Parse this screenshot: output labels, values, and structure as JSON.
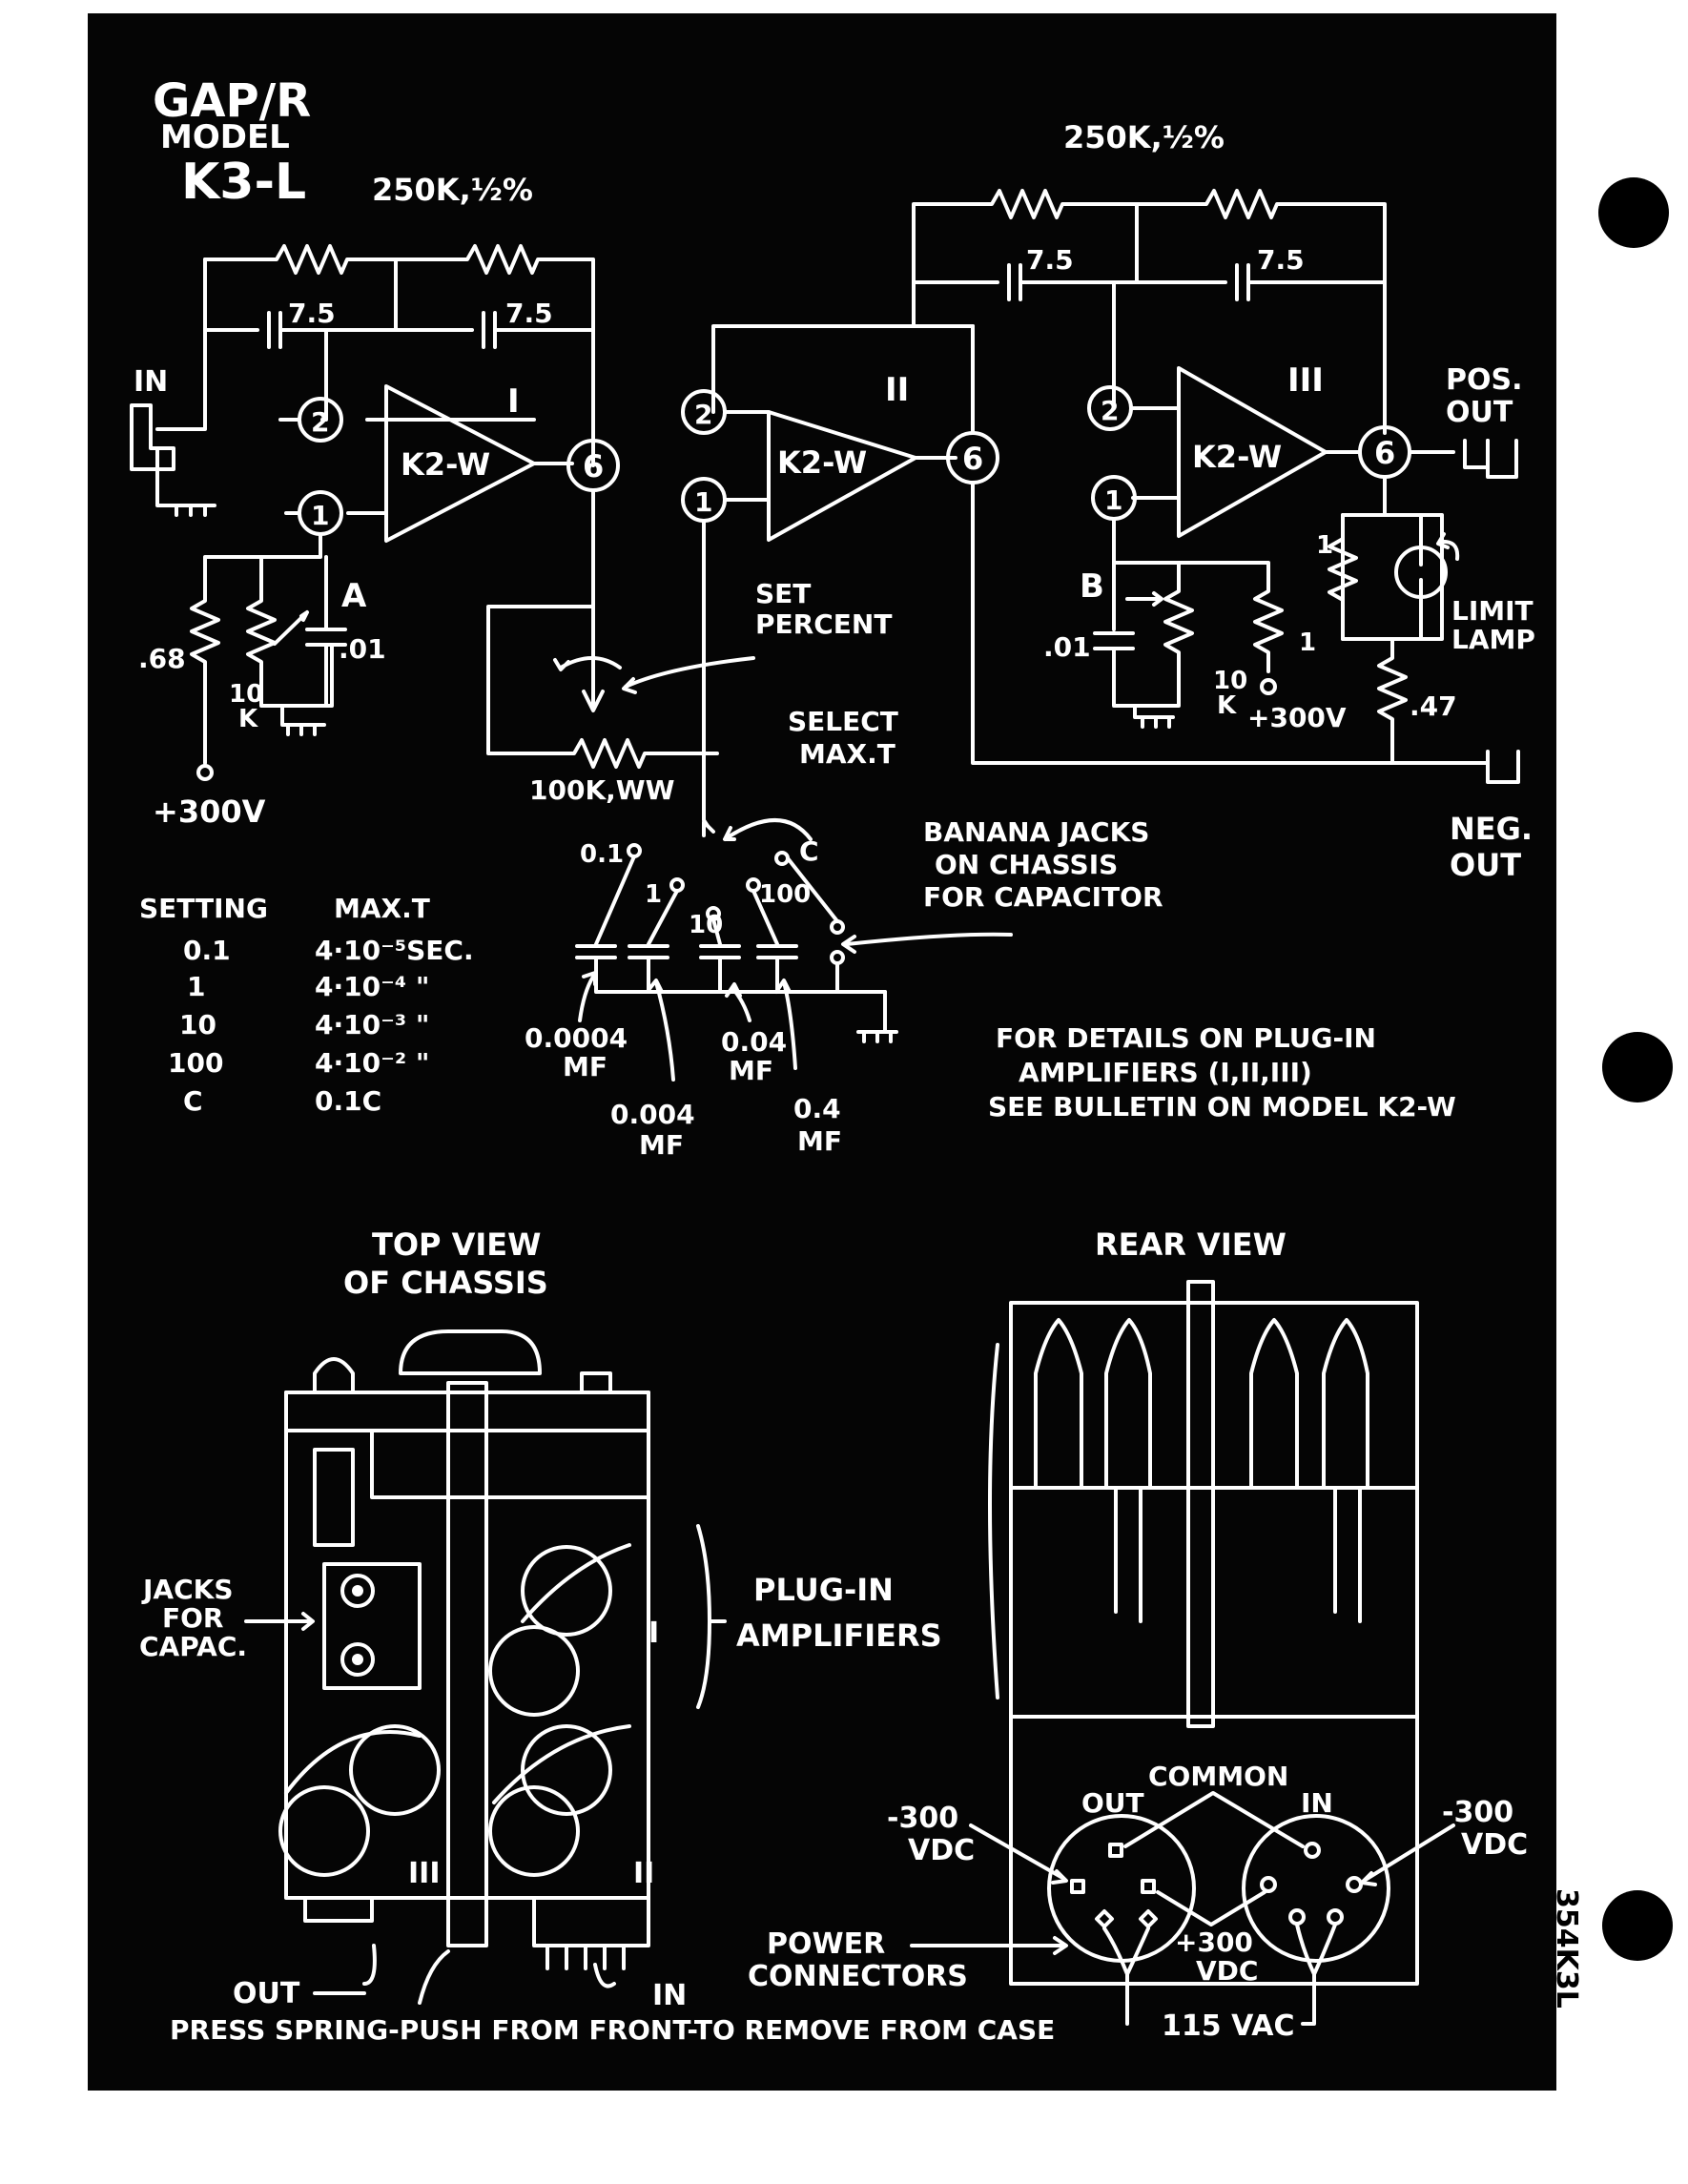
{
  "title": {
    "brand": "GAP/R",
    "model_label": "MODEL",
    "model": "K3-L"
  },
  "resistors": {
    "feedback_left": "250K,½%",
    "feedback_right": "250K,½%",
    "pot": "100K,WW",
    "r068": ".68",
    "r10k_a": "10",
    "r10k_a_unit": "K",
    "r10k_b": "10",
    "r10k_b_unit": "K",
    "r1_b": "1",
    "r1_lamp": "1",
    "r047": ".47"
  },
  "capacitors": {
    "c75": "7.5",
    "c01_a": ".01",
    "c01_b": ".01"
  },
  "amplifiers": [
    {
      "roman": "I",
      "name": "K2-W",
      "pin_in": "2",
      "pin_ref": "1",
      "pin_out": "6"
    },
    {
      "roman": "II",
      "name": "K2-W",
      "pin_in": "2",
      "pin_ref": "1",
      "pin_out": "6"
    },
    {
      "roman": "III",
      "name": "K2-W",
      "pin_in": "2",
      "pin_ref": "1",
      "pin_out": "6"
    }
  ],
  "labels": {
    "in": "IN",
    "pos_out_1": "POS.",
    "pos_out_2": "OUT",
    "neg_out_1": "NEG.",
    "neg_out_2": "OUT",
    "point_a": "A",
    "point_b": "B",
    "supply_a": "+300V",
    "supply_b": "+300V",
    "set_percent_1": "SET",
    "set_percent_2": "PERCENT",
    "select_1": "SELECT",
    "select_2": "MAX.T",
    "limit_lamp_1": "LIMIT",
    "limit_lamp_2": "LAMP",
    "banana_1": "BANANA JACKS",
    "banana_2": "ON CHASSIS",
    "banana_3": "FOR CAPACITOR",
    "details_1": "FOR DETAILS ON PLUG-IN",
    "details_2": "AMPLIFIERS (I,II,III)",
    "details_3": "SEE BULLETIN ON MODEL K2-W"
  },
  "selector": {
    "positions": [
      "0.1",
      "1",
      "10",
      "100",
      "C"
    ],
    "caps": [
      {
        "value": "0.0004",
        "unit": "MF"
      },
      {
        "value": "0.004",
        "unit": "MF"
      },
      {
        "value": "0.04",
        "unit": "MF"
      },
      {
        "value": "0.4",
        "unit": "MF"
      }
    ]
  },
  "settings_table": {
    "headers": [
      "SETTING",
      "MAX.T"
    ],
    "rows": [
      [
        "0.1",
        "4·10⁻⁵SEC."
      ],
      [
        "1",
        "4·10⁻⁴ \""
      ],
      [
        "10",
        "4·10⁻³ \""
      ],
      [
        "100",
        "4·10⁻² \""
      ],
      [
        "C",
        "0.1C"
      ]
    ]
  },
  "chassis": {
    "top_view_1": "TOP VIEW",
    "top_view_2": "OF CHASSIS",
    "rear_view": "REAR VIEW",
    "jacks_1": "JACKS",
    "jacks_2": "FOR",
    "jacks_3": "CAPAC.",
    "plugin_1": "PLUG-IN",
    "plugin_2": "AMPLIFIERS",
    "amp_i": "I",
    "amp_ii": "II",
    "amp_iii": "III",
    "out": "OUT",
    "in": "IN",
    "power_1": "POWER",
    "power_2": "CONNECTORS",
    "common": "COMMON",
    "conn_out": "OUT",
    "conn_in": "IN",
    "neg300_left_1": "-300",
    "neg300_left_2": "VDC",
    "neg300_right_1": "-300",
    "neg300_right_2": "VDC",
    "pos300_1": "+300",
    "pos300_2": "VDC",
    "vac": "115 VAC",
    "press": "PRESS SPRING-PUSH FROM FRONT-TO REMOVE FROM CASE"
  },
  "side_code": "354K3L"
}
